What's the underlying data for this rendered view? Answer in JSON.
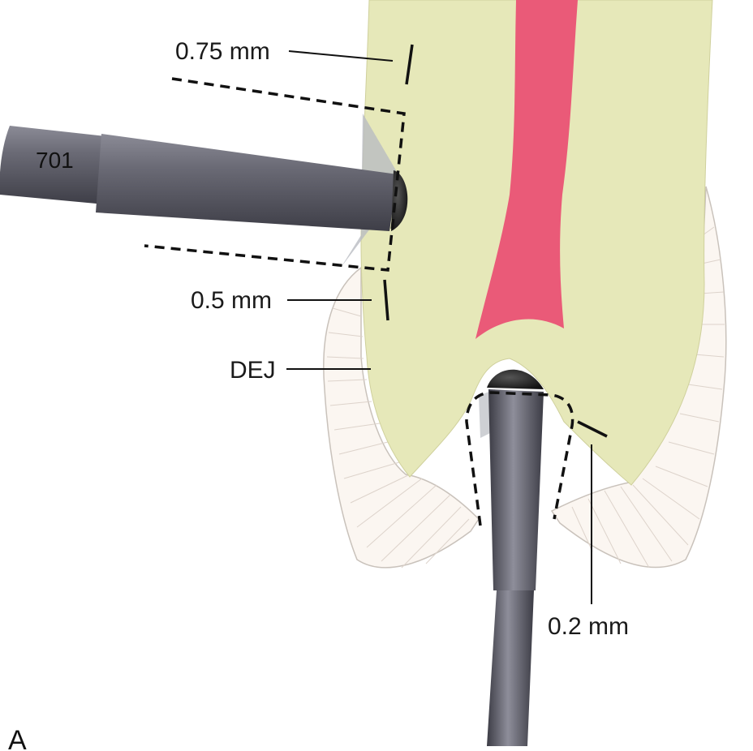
{
  "labels": {
    "depth_top": "0.75 mm",
    "depth_bottom": "0.5 mm",
    "dej": "DEJ",
    "depth_furcation": "0.2 mm",
    "bur": "701",
    "panel": "A"
  },
  "colors": {
    "dentin": "#e6e8b9",
    "pulp": "#ea5a78",
    "enamel": "#fbf6f1",
    "enamel_rods": "#ddd3cb",
    "bur_metal": "#5c5c68",
    "cut_shadow": "#b9bcc2"
  }
}
